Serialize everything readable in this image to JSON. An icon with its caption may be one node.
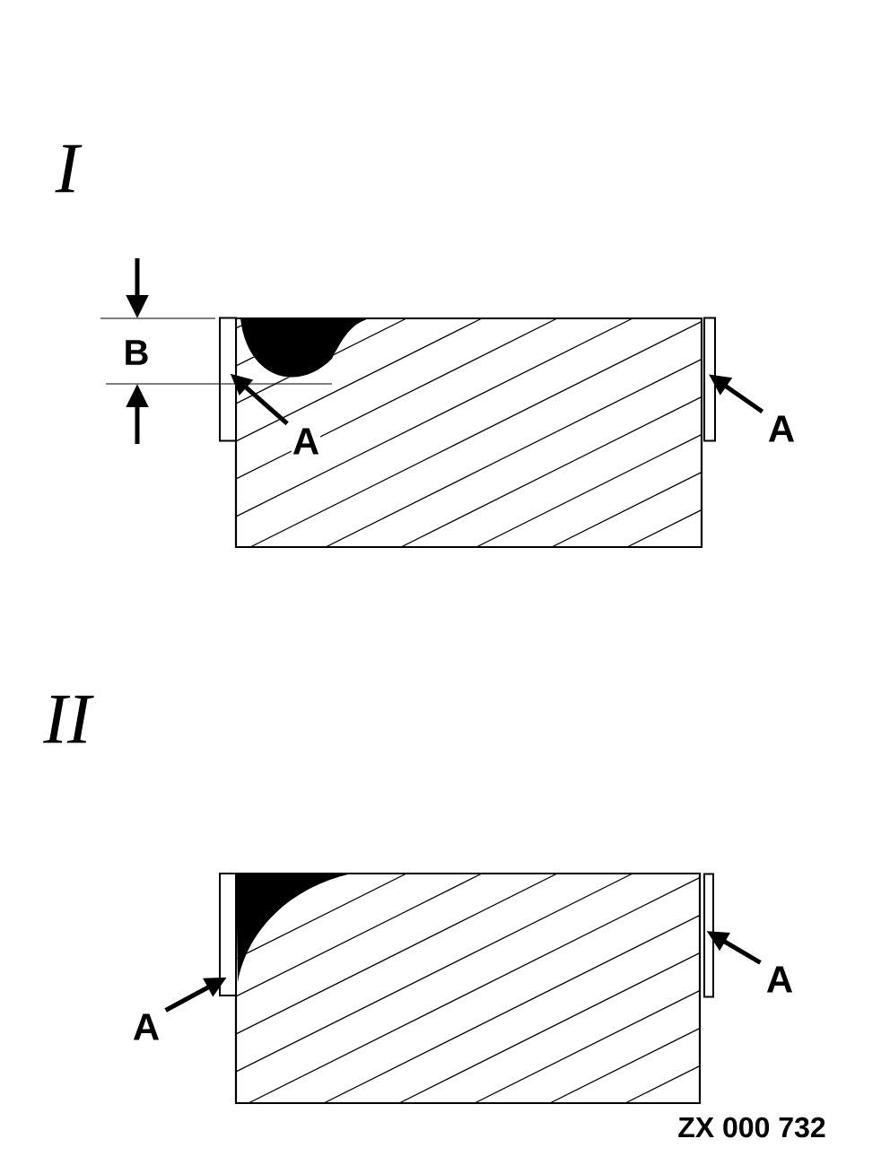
{
  "diagram": {
    "nodes": [
      {
        "text": [],
        "shape": "bar"
      },
      {
        "text": [],
        "shape": "bar"
      },
      {
        "text": [
          "A"
        ]
      },
      {
        "text": [
          "A"
        ]
      },
      {
        "text": [],
        "shape": "bar"
      },
      {
        "text": [],
        "shape": "bar"
      },
      {
        "text": [
          "A"
        ]
      },
      {
        "text": [
          "A"
        ]
      }
    ],
    "edges": [
      {
        "from": 2,
        "to": 0,
        "arrow": "to"
      },
      {
        "from": 3,
        "to": 1,
        "arrow": "to"
      },
      {
        "from": 6,
        "to": 4,
        "arrow": "to"
      },
      {
        "from": 7,
        "to": 5,
        "arrow": "to"
      }
    ],
    "labels": [
      "I",
      "B",
      "II",
      "ZX 000 732"
    ]
  }
}
